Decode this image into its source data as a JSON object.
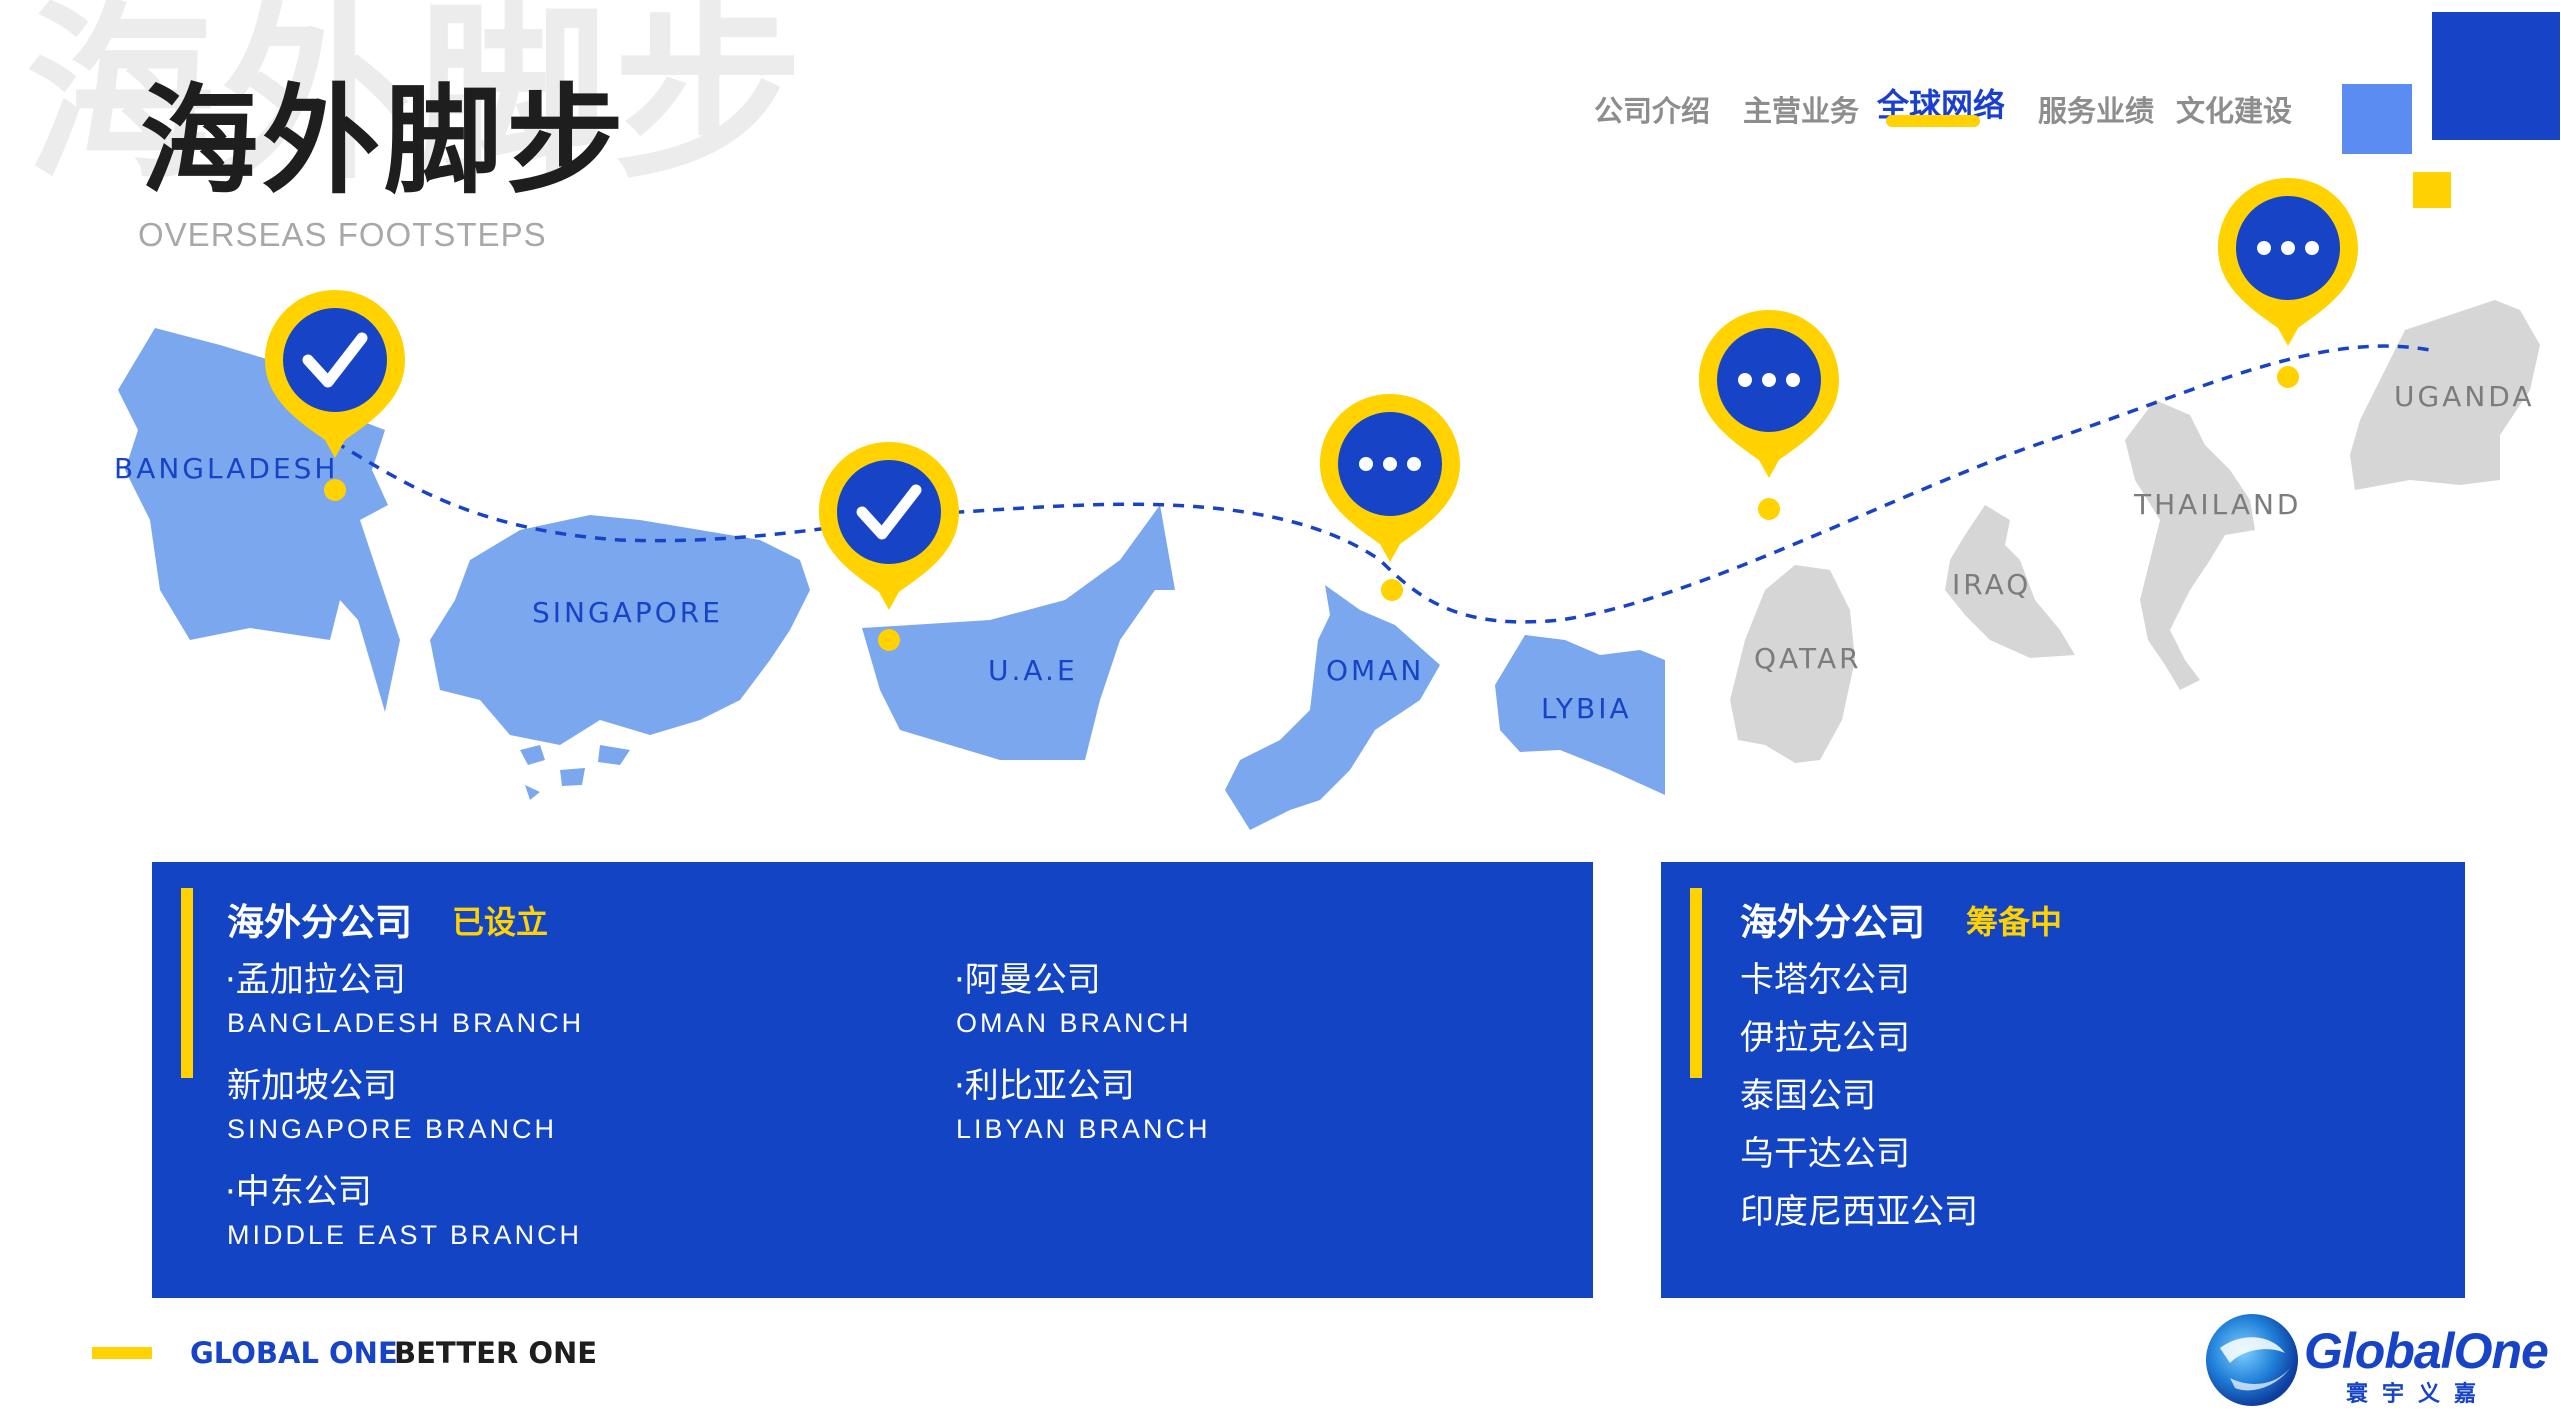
{
  "header": {
    "watermark": "海外脚步",
    "title": "海外脚步",
    "subtitle": "OVERSEAS FOOTSTEPS"
  },
  "nav": {
    "items": [
      "公司介绍",
      "主营业务",
      "全球网络",
      "服务业绩",
      "文化建设"
    ],
    "active_index": 2
  },
  "map": {
    "countries": {
      "bangladesh": "BANGLADESH",
      "singapore": "SINGAPORE",
      "uae": "U.A.E",
      "oman": "OMAN",
      "lybia": "LYBIA",
      "qatar": "QATAR",
      "iraq": "IRAQ",
      "thailand": "THAILAND",
      "uganda": "UGANDA"
    },
    "pins": [
      {
        "icon": "check-icon",
        "status": "established"
      },
      {
        "icon": "check-icon",
        "status": "established"
      },
      {
        "icon": "more-icon",
        "status": "preparing"
      },
      {
        "icon": "more-icon",
        "status": "preparing"
      },
      {
        "icon": "more-icon",
        "status": "preparing"
      }
    ],
    "colors": {
      "established": "#7ba7ee",
      "preparing": "#d6d6d6",
      "pin_ring": "#ffd200",
      "pin_core": "#1744c6"
    }
  },
  "established": {
    "heading": "海外分公司",
    "status": "已设立",
    "col1": [
      {
        "cn": "·孟加拉公司",
        "en": "BANGLADESH BRANCH"
      },
      {
        "cn": "新加坡公司",
        "en": "SINGAPORE BRANCH"
      },
      {
        "cn": "·中东公司",
        "en": "MIDDLE EAST BRANCH"
      }
    ],
    "col2": [
      {
        "cn": "·阿曼公司",
        "en": "OMAN BRANCH"
      },
      {
        "cn": "·利比亚公司",
        "en": "LIBYAN BRANCH"
      }
    ]
  },
  "preparing": {
    "heading": "海外分公司",
    "status": "筹备中",
    "items": [
      "卡塔尔公司",
      "伊拉克公司",
      "泰国公司",
      "乌干达公司",
      "印度尼西亚公司"
    ]
  },
  "footer": {
    "slogan_a": "GLOBAL ONE",
    "slogan_b": "BETTER ONE",
    "logo_text": "GlobalOne",
    "logo_cn": "寰宇义嘉"
  }
}
